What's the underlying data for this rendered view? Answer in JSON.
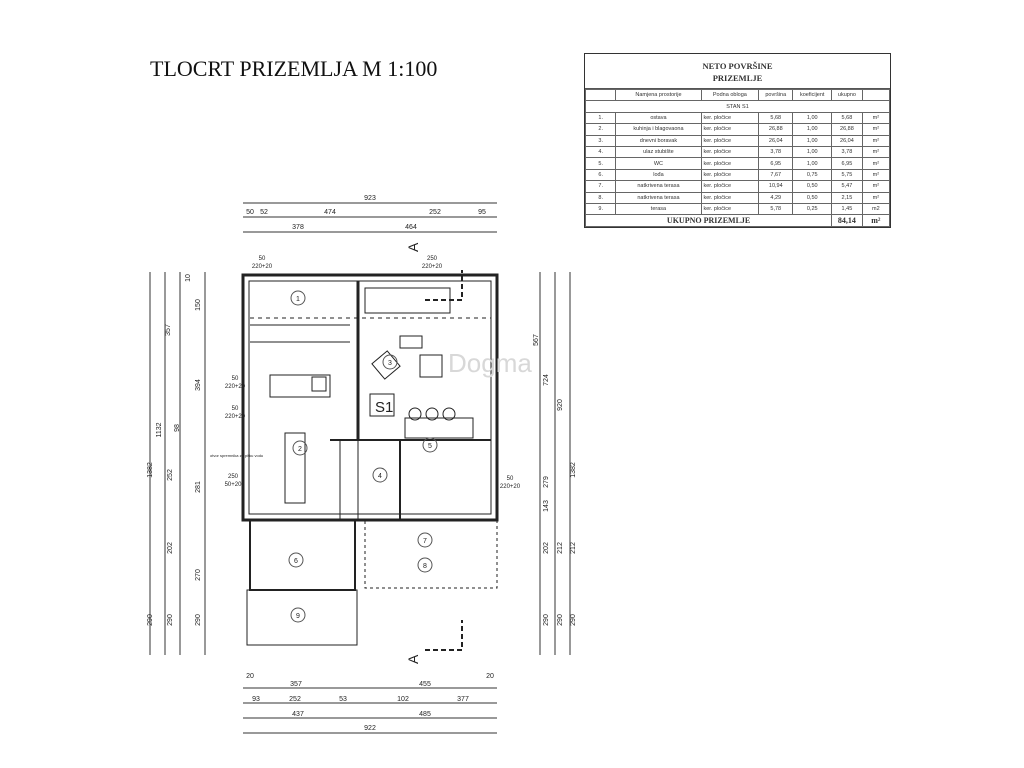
{
  "title": "TLOCRT PRIZEMLJA M 1:100",
  "table": {
    "title1": "NETO POVRŠINE",
    "title2": "PRIZEMLJE",
    "headers": [
      "",
      "Namjena prostorije",
      "Podna obloga",
      "površina",
      "koeficijent",
      "ukupno",
      ""
    ],
    "subheader": "STAN S1",
    "rows": [
      [
        "1.",
        "ostava",
        "ker. pločice",
        "5,68",
        "1,00",
        "5,68",
        "m²"
      ],
      [
        "2.",
        "kuhinja i blagovaona",
        "ker. pločice",
        "26,88",
        "1,00",
        "26,88",
        "m²"
      ],
      [
        "3.",
        "dnevni boravak",
        "ker. pločice",
        "26,04",
        "1,00",
        "26,04",
        "m²"
      ],
      [
        "4.",
        "ulaz stubište",
        "ker. pločice",
        "3,78",
        "1,00",
        "3,78",
        "m²"
      ],
      [
        "5.",
        "WC",
        "ker. pločice",
        "6,95",
        "1,00",
        "6,95",
        "m²"
      ],
      [
        "6.",
        "lođa",
        "ker. pločice",
        "7,67",
        "0,75",
        "5,75",
        "m²"
      ],
      [
        "7.",
        "natkrivena terasa",
        "ker. pločice",
        "10,94",
        "0,50",
        "5,47",
        "m²"
      ],
      [
        "8.",
        "natkrivena terasa",
        "ker. pločice",
        "4,29",
        "0,50",
        "2,15",
        "m²"
      ],
      [
        "9.",
        "terasa",
        "ker. pločice",
        "5,78",
        "0,25",
        "1,45",
        "m2"
      ]
    ],
    "total_label": "UKUPNO PRIZEMLJE",
    "total": "84,14",
    "total_unit": "m²"
  },
  "plan": {
    "unit_label": "S1",
    "section": "A",
    "watermark": "Dogma",
    "note": "otvor spremnika za pitku vodu",
    "top_dims": [
      [
        "923",
        370,
        200
      ],
      [
        "474",
        330,
        214
      ],
      [
        "252",
        435,
        214
      ],
      [
        "95",
        482,
        214
      ],
      [
        "378",
        298,
        229
      ],
      [
        "464",
        411,
        229
      ],
      [
        "50",
        250,
        214
      ],
      [
        "52",
        264,
        214
      ]
    ],
    "bottom_dims": [
      [
        "357",
        296,
        686
      ],
      [
        "455",
        425,
        686
      ],
      [
        "252",
        295,
        701
      ],
      [
        "102",
        403,
        701
      ],
      [
        "377",
        463,
        701
      ],
      [
        "53",
        343,
        701
      ],
      [
        "437",
        298,
        716
      ],
      [
        "485",
        425,
        716
      ],
      [
        "922",
        370,
        730
      ],
      [
        "20",
        250,
        678
      ],
      [
        "20",
        490,
        678
      ],
      [
        "93",
        256,
        701
      ]
    ],
    "left_dims": [
      [
        "1382",
        152,
        470
      ],
      [
        "1132",
        170,
        430
      ],
      [
        "357",
        170,
        330
      ],
      [
        "394",
        200,
        385
      ],
      [
        "150",
        200,
        305
      ],
      [
        "252",
        172,
        475
      ],
      [
        "281",
        200,
        487
      ],
      [
        "270",
        200,
        575
      ],
      [
        "202",
        172,
        548
      ],
      [
        "290",
        200,
        620
      ],
      [
        "290",
        172,
        620
      ],
      [
        "290",
        152,
        620
      ],
      [
        "10",
        190,
        278
      ],
      [
        "98",
        172,
        428
      ]
    ],
    "right_dims": [
      [
        "1382",
        575,
        470
      ],
      [
        "920",
        562,
        405
      ],
      [
        "724",
        548,
        380
      ],
      [
        "567",
        538,
        340
      ],
      [
        "279",
        548,
        482
      ],
      [
        "143",
        548,
        506
      ],
      [
        "212",
        562,
        548
      ],
      [
        "202",
        548,
        548
      ],
      [
        "290",
        548,
        620
      ],
      [
        "290",
        562,
        620
      ],
      [
        "290",
        575,
        620
      ],
      [
        "212",
        575,
        548
      ]
    ],
    "window_labels": [
      [
        "50",
        "220+20",
        235,
        380
      ],
      [
        "50",
        "220+20",
        235,
        410
      ],
      [
        "250",
        "50+20",
        233,
        478
      ],
      [
        "50",
        "220+20",
        510,
        480
      ],
      [
        "50",
        "220+20",
        262,
        260
      ],
      [
        "250",
        "220+20",
        432,
        260
      ]
    ],
    "room_numbers": [
      "1",
      "2",
      "3",
      "4",
      "5",
      "6",
      "7",
      "8",
      "9"
    ]
  }
}
